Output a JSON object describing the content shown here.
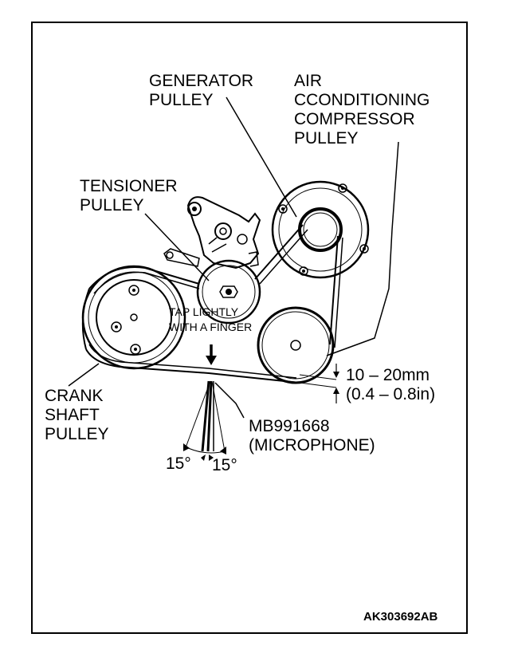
{
  "labels": {
    "generator": [
      "GENERATOR",
      "PULLEY"
    ],
    "air_conditioning": [
      "AIR",
      "CCONDITIONING",
      "COMPRESSOR",
      "PULLEY"
    ],
    "tensioner": [
      "TENSIONER",
      "PULLEY"
    ],
    "tap": [
      "TAP LIGHTLY",
      "WITH A FINGER"
    ],
    "crank": [
      "CRANK",
      "SHAFT",
      "PULLEY"
    ],
    "deflection_mm": "10 – 20mm",
    "deflection_in": "(0.4 – 0.8in)",
    "tool": [
      "MB991668",
      "(MICROPHONE)"
    ],
    "angle_left": "15°",
    "angle_right": "15°",
    "figure_code": "AK303692AB"
  },
  "colors": {
    "line": "#000000",
    "background": "#ffffff"
  }
}
